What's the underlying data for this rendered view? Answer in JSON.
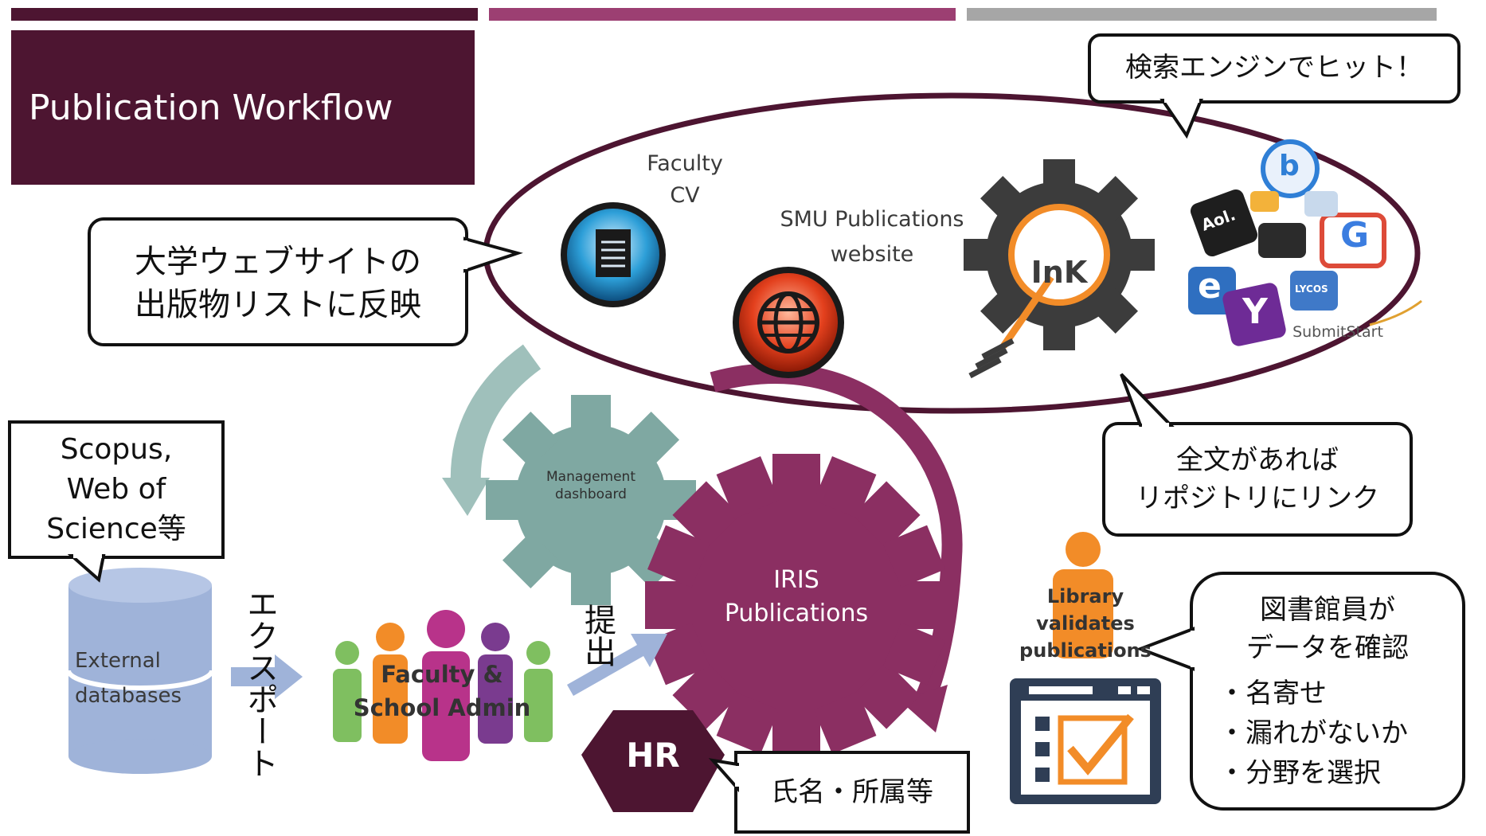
{
  "title": "Publication Workflow",
  "top_bars": {
    "colors": [
      "#4d1531",
      "#9c3f72",
      "#a6a6a6"
    ]
  },
  "callouts": {
    "search_hit": "検索エンジンでヒット！",
    "university_list": "大学ウェブサイトの\n出版物リストに反映",
    "sources": "Scopus,\nWeb of\nScience等",
    "fulltext": "全文があれば\nリポジトリにリンク",
    "librarian": "図書館員が\nデータを確認",
    "librarian_checks": [
      "・名寄せ",
      "・漏れがないか",
      "・分野を選択"
    ],
    "hr_fields": "氏名・所属等"
  },
  "nodes": {
    "faculty_cv": "Faculty\nCV",
    "smu_site": "SMU Publications\nwebsite",
    "ink": "InK",
    "submitstart": "SubmitStart",
    "management": "Management\ndashboard",
    "iris": "IRIS\nPublications",
    "external_db": "External\ndatabases",
    "faculty_admin": "Faculty &\nSchool Admin",
    "hr": "HR",
    "library": "Library\nvalidates\npublications"
  },
  "arrow_labels": {
    "export": "エクスポート",
    "submit": "提出"
  },
  "search_logos": [
    "Aol.",
    "b",
    "e",
    "Y",
    "LYCOS",
    "G"
  ],
  "colors": {
    "maroon": "#4d1531",
    "plum": "#8b2f62",
    "teal": "#7fa8a2",
    "db_blue": "#9fb3d9",
    "orange": "#f28c28",
    "navy": "#2f3e55"
  }
}
